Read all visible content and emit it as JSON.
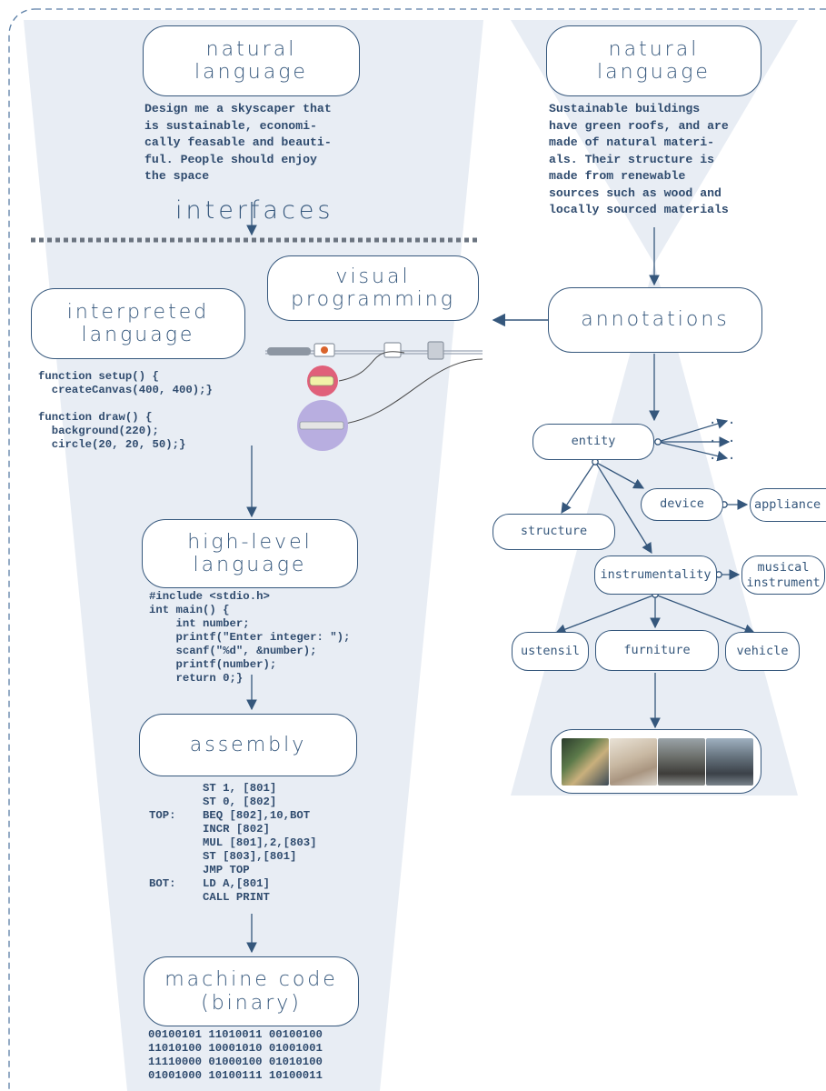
{
  "left_column": {
    "natural_language_title": "natural\nlanguage",
    "prompt_text": "Design me a skyscaper that\nis sustainable, economi-\ncally feasable and beauti-\nful. People should enjoy\nthe space",
    "interfaces_label": "interfaces",
    "interpreted_title": "interpreted\nlanguage",
    "interpreted_code": "function setup() {\n  createCanvas(400, 400);}\n\nfunction draw() {\n  background(220);\n  circle(20, 20, 50);}",
    "visual_title": "visual\nprogramming",
    "highlevel_title": "high-level\nlanguage",
    "highlevel_code": "#include <stdio.h>\nint main() {\n    int number;\n    printf(\"Enter integer: \");\n    scanf(\"%d\", &number);\n    printf(number);\n    return 0;}",
    "assembly_title": "assembly",
    "assembly_code": "        ST 1, [801]\n        ST 0, [802]\nTOP:    BEQ [802],10,BOT\n        INCR [802]\n        MUL [801],2,[803]\n        ST [803],[801]\n        JMP TOP\nBOT:    LD A,[801]\n        CALL PRINT",
    "machine_title": "machine code\n(binary)",
    "machine_code": "00100101 11010011 00100100\n11010100 10001010 01001001\n11110000 01000100 01010100\n01001000 10100111 10100011"
  },
  "right_column": {
    "natural_language_title": "natural\nlanguage",
    "knowledge_text": "Sustainable buildings\nhave green roofs, and are\nmade of natural materi-\nals. Their structure is\nmade from renewable\nsources such as wood and\nlocally sourced materials",
    "annotations_title": "annotations",
    "nodes": {
      "entity": "entity",
      "device": "device",
      "appliance": "appliance",
      "structure": "structure",
      "instrumentality": "instrumentality",
      "musical_instrument": "musical\ninstrument",
      "ustensil": "ustensil",
      "furniture": "furniture",
      "vehicle": "vehicle"
    },
    "ellipsis": "···"
  },
  "colors": {
    "accent": "#35577c",
    "funnel": "#e8edf4",
    "text": "#2f4b6e",
    "dashed_border": "#5a7ea6",
    "dotted_divider": "#6b7480",
    "pink_node": "#e0607a",
    "lilac_node": "#b8aee0"
  }
}
